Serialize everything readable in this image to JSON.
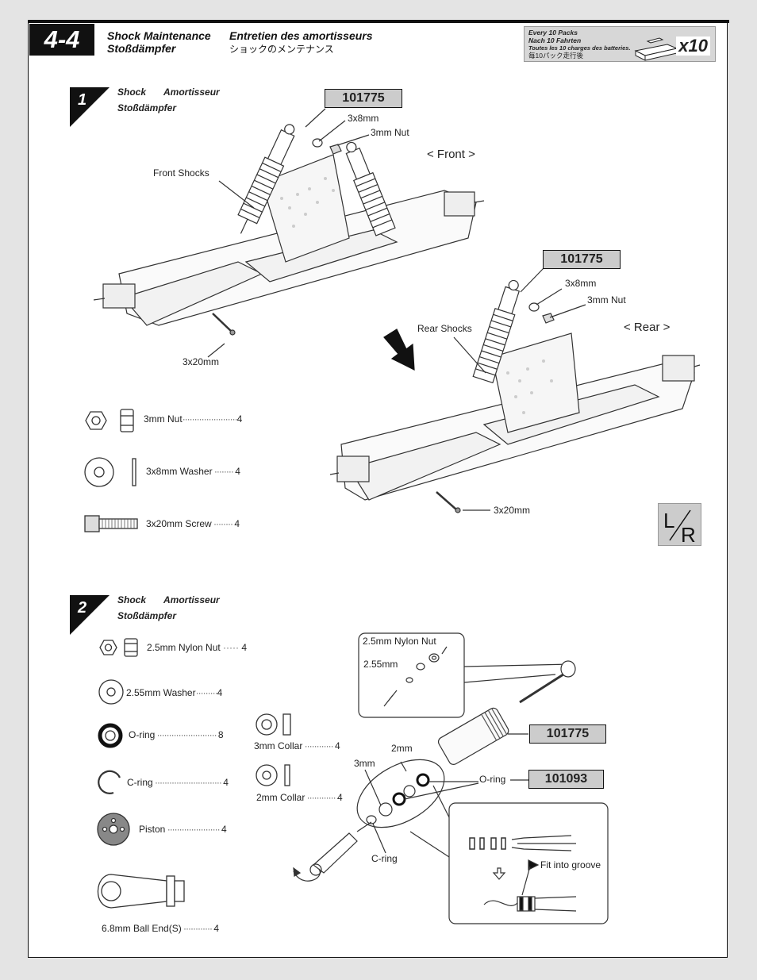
{
  "header": {
    "section": "4-4",
    "title_en": "Shock Maintenance",
    "title_fr": "Entretien des amortisseurs",
    "title_de": "Stoßdämpfer",
    "title_jp": "ショックのメンテナンス"
  },
  "maintenance": {
    "lines": [
      "Every 10 Packs",
      "Nach 10 Fahrten",
      "Toutes les 10 charges des batteries.",
      "毎10パック走行後"
    ],
    "count": "x10"
  },
  "step1": {
    "number": "1",
    "label_en": "Shock",
    "label_fr": "Amortisseur",
    "label_de": "Stoßdämpfer",
    "part_front": "101775",
    "part_rear": "101775",
    "callouts": {
      "front_washer": "3x8mm",
      "front_nut": "3mm  Nut",
      "front": "< Front >",
      "front_shocks": "Front  Shocks",
      "front_screw": "3x20mm",
      "rear_washer": "3x8mm",
      "rear_nut": "3mm  Nut",
      "rear": "< Rear >",
      "rear_shocks": "Rear  Shocks",
      "rear_screw": "3x20mm",
      "lr": "L/R"
    },
    "parts": [
      {
        "name": "3mm  Nut",
        "qty": "4"
      },
      {
        "name": "3x8mm Washer",
        "qty": "4"
      },
      {
        "name": "3x20mm Screw",
        "qty": "4"
      }
    ]
  },
  "step2": {
    "number": "2",
    "label_en": "Shock",
    "label_fr": "Amortisseur",
    "label_de": "Stoßdämpfer",
    "part_body": "101775",
    "part_oring": "101093",
    "parts": [
      {
        "name": "2.5mm Nylon Nut",
        "qty": "4"
      },
      {
        "name": "2.55mm Washer",
        "qty": "4"
      },
      {
        "name": "O-ring",
        "qty": "8"
      },
      {
        "name": "C-ring",
        "qty": "4"
      },
      {
        "name": "Piston",
        "qty": "4"
      },
      {
        "name": "6.8mm Ball End(S)",
        "qty": "4"
      }
    ],
    "collars": [
      {
        "name": "3mm Collar",
        "qty": "4"
      },
      {
        "name": "2mm Collar",
        "qty": "4"
      }
    ],
    "callouts": {
      "nylon_nut": "2.5mm Nylon Nut",
      "washer": "2.55mm",
      "mm2": "2mm",
      "mm3": "3mm",
      "oring": "O-ring",
      "cring": "C-ring",
      "groove": "Fit into groove"
    }
  }
}
